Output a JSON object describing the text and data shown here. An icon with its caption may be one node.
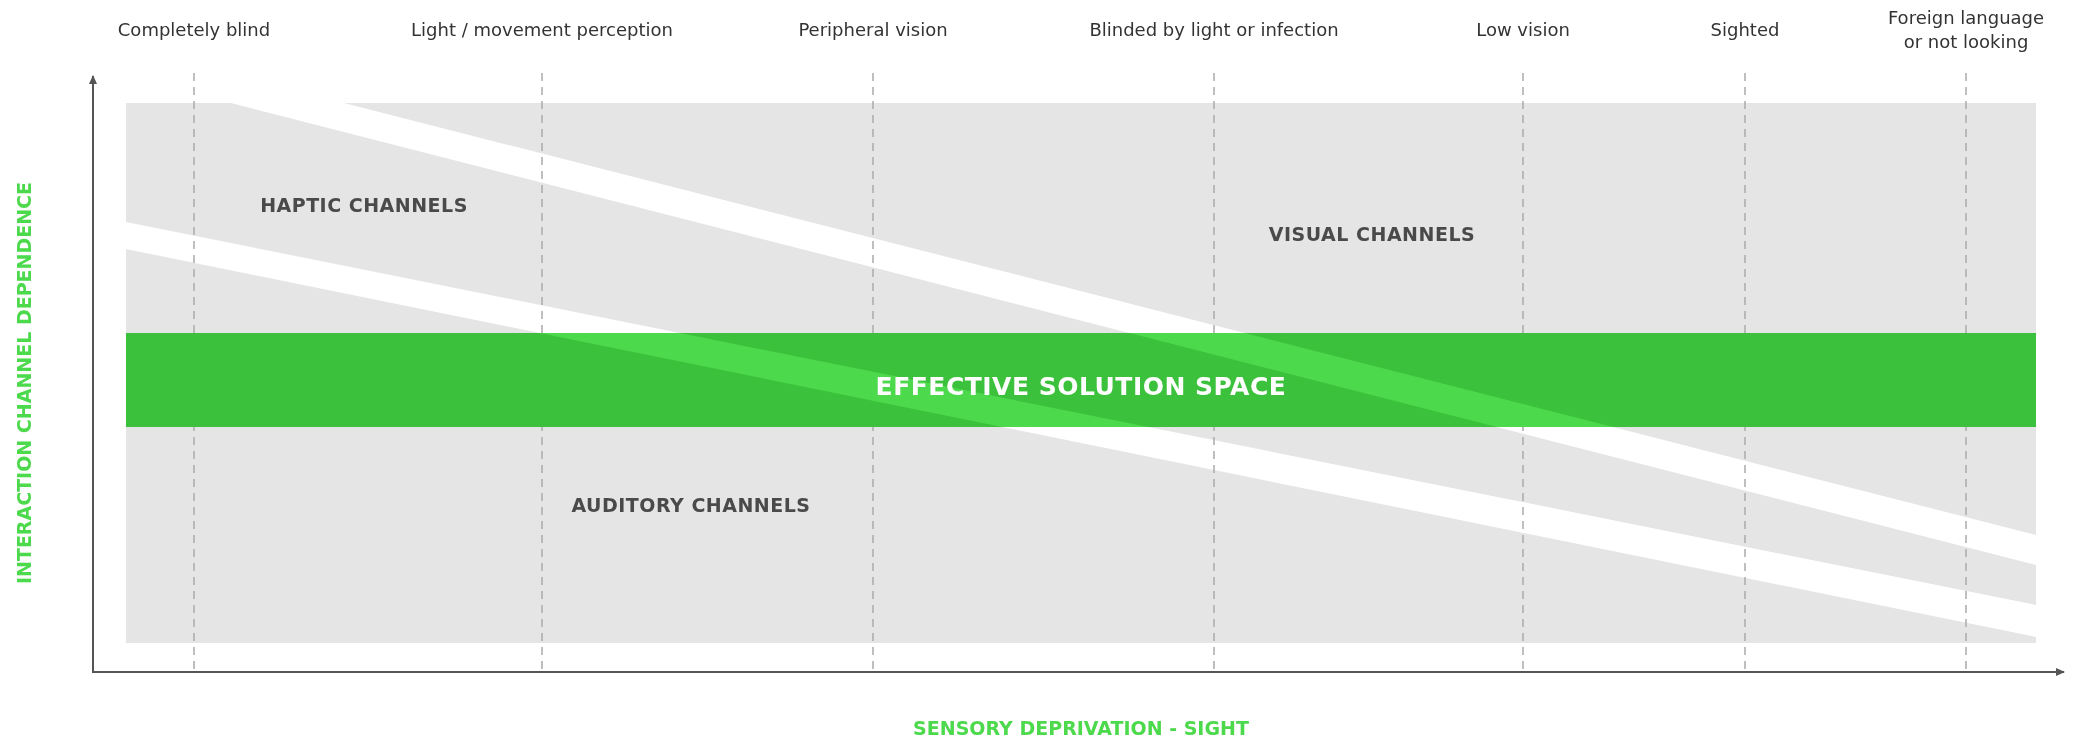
{
  "diagram": {
    "nodes": [
      {
        "text": [
          "HAPTIC CHANNELS"
        ]
      },
      {
        "text": [
          "VISUAL CHANNELS"
        ]
      },
      {
        "text": [
          "EFFECTIVE SOLUTION SPACE"
        ]
      },
      {
        "text": [
          "AUDITORY CHANNELS"
        ]
      }
    ],
    "edges": [],
    "labels": [
      "Completely blind",
      "Light / movement perception",
      "Peripheral vision",
      "Blinded by light or infection",
      "Low vision",
      "Sighted",
      "Foreign language or not looking",
      "INTERACTION CHANNEL DEPENDENCE",
      "SENSORY DEPRIVATION - SIGHT"
    ]
  }
}
